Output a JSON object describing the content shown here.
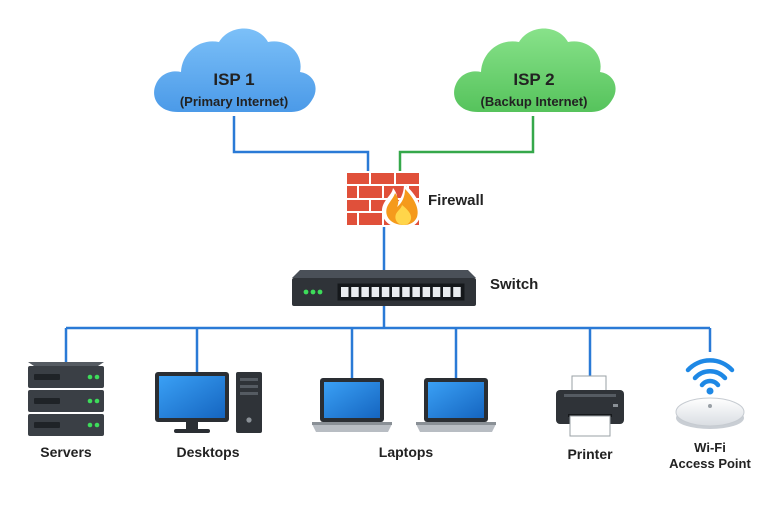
{
  "isp1": {
    "title": "ISP 1",
    "subtitle": "(Primary Internet)"
  },
  "isp2": {
    "title": "ISP 2",
    "subtitle": "(Backup Internet)"
  },
  "firewall": {
    "label": "Firewall"
  },
  "switch": {
    "label": "Switch"
  },
  "devices": {
    "servers": "Servers",
    "desktops": "Desktops",
    "laptops": "Laptops",
    "printer": "Printer",
    "ap_line1": "Wi-Fi",
    "ap_line2": "Access Point"
  },
  "colors": {
    "isp1_cloud": "#5aa8f0",
    "isp2_cloud": "#6cd46c",
    "blue_link": "#2a7ad6",
    "green_link": "#35a84a",
    "brick": "#d4432b",
    "flame": "#f59a1c",
    "device_dark": "#2f3338",
    "screen": "#1e88e5"
  },
  "icons": [
    "cloud-icon",
    "firewall-icon",
    "flame-icon",
    "switch-icon",
    "server-icon",
    "monitor-icon",
    "tower-icon",
    "laptop-icon",
    "printer-icon",
    "wifi-icon"
  ]
}
